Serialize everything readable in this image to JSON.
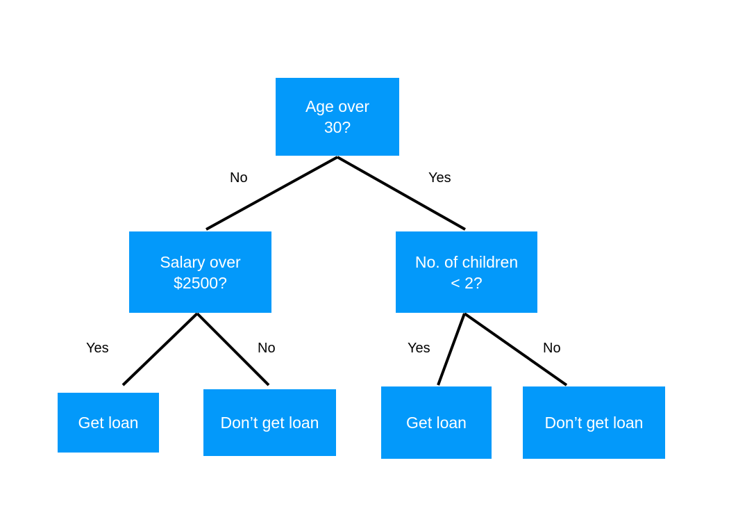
{
  "diagram": {
    "type": "decision-tree",
    "node_color": "#0399fa",
    "node_text_color": "#ffffff",
    "edge_color": "#000000",
    "nodes": {
      "root": {
        "label": "Age over\n30?"
      },
      "salary": {
        "label": "Salary over\n$2500?"
      },
      "children": {
        "label": "No. of children\n< 2?"
      },
      "leaf_salary_yes": {
        "label": "Get loan"
      },
      "leaf_salary_no": {
        "label": "Don’t get loan"
      },
      "leaf_children_yes": {
        "label": "Get loan"
      },
      "leaf_children_no": {
        "label": "Don’t get loan"
      }
    },
    "edges": {
      "root_no": {
        "from": "root",
        "to": "salary",
        "label": "No"
      },
      "root_yes": {
        "from": "root",
        "to": "children",
        "label": "Yes"
      },
      "salary_yes": {
        "from": "salary",
        "to": "leaf_salary_yes",
        "label": "Yes"
      },
      "salary_no": {
        "from": "salary",
        "to": "leaf_salary_no",
        "label": "No"
      },
      "children_yes": {
        "from": "children",
        "to": "leaf_children_yes",
        "label": "Yes"
      },
      "children_no": {
        "from": "children",
        "to": "leaf_children_no",
        "label": "No"
      }
    }
  }
}
